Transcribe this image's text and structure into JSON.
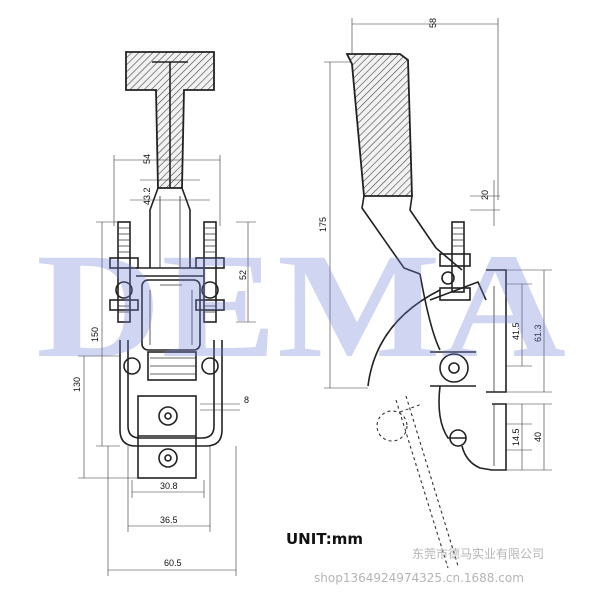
{
  "watermark": "DEMA",
  "unit_label": "UNIT:mm",
  "company_name": "东莞市德马实业有限公司",
  "shop_url": "shop1364924974325.cn.1688.com",
  "front_view": {
    "dims": {
      "d54": "54",
      "d43_2": "43.2",
      "d52": "52",
      "d150": "150",
      "d130": "130",
      "d8": "8",
      "d30_8": "30.8",
      "d36_5": "36.5",
      "d60_5": "60.5"
    }
  },
  "side_view": {
    "dims": {
      "d58": "58",
      "d175": "175",
      "d20": "20",
      "d41_5": "41.5",
      "d61_3": "61.3",
      "d14_5": "14.5",
      "d40": "40"
    }
  }
}
